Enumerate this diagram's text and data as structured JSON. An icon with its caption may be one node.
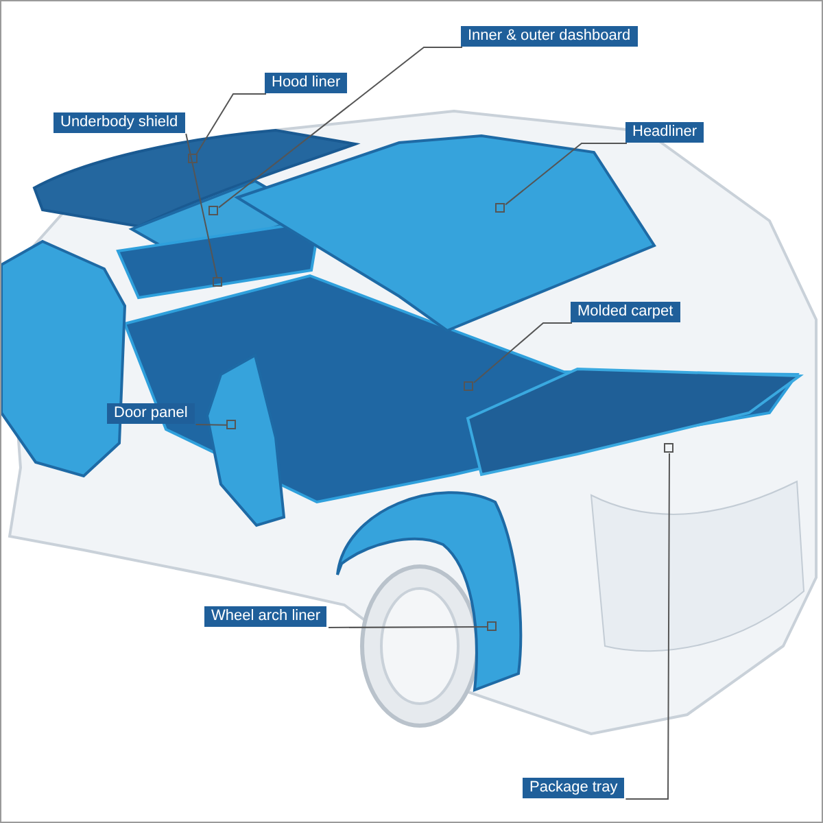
{
  "diagram": {
    "nodes": [
      {
        "text": [
          "Inner & outer dashboard"
        ]
      },
      {
        "text": [
          "Hood liner"
        ]
      },
      {
        "text": [
          "Underbody shield"
        ]
      },
      {
        "text": [
          "Headliner"
        ]
      },
      {
        "text": [
          "Molded carpet"
        ]
      },
      {
        "text": [
          "Door panel"
        ]
      },
      {
        "text": [
          "Wheel arch liner"
        ]
      },
      {
        "text": [
          "Package tray"
        ]
      },
      {
        "text": [],
        "shape": "box"
      },
      {
        "text": [],
        "shape": "box"
      },
      {
        "text": [],
        "shape": "box"
      },
      {
        "text": [],
        "shape": "box"
      },
      {
        "text": [],
        "shape": "box"
      },
      {
        "text": [],
        "shape": "box"
      },
      {
        "text": [],
        "shape": "box"
      },
      {
        "text": [],
        "shape": "box"
      }
    ],
    "edges": [
      {
        "from": 0,
        "to": 8,
        "arrow": "none"
      },
      {
        "from": 1,
        "to": 9,
        "arrow": "none"
      },
      {
        "from": 2,
        "to": 10,
        "arrow": "none"
      },
      {
        "from": 3,
        "to": 11,
        "arrow": "none"
      },
      {
        "from": 4,
        "to": 12,
        "arrow": "none"
      },
      {
        "from": 5,
        "to": 13,
        "arrow": "none"
      },
      {
        "from": 6,
        "to": 14,
        "arrow": "none"
      },
      {
        "from": 7,
        "to": 15,
        "arrow": "none"
      }
    ]
  }
}
